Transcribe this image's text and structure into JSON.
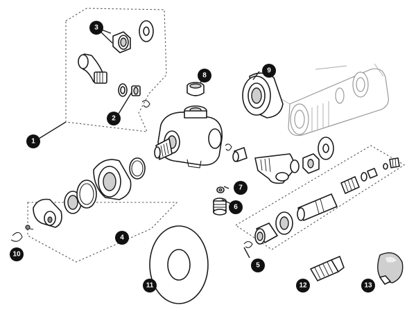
{
  "callouts": [
    {
      "id": "callout-1",
      "label": "1"
    },
    {
      "id": "callout-2",
      "label": "2"
    },
    {
      "id": "callout-3",
      "label": "3"
    },
    {
      "id": "callout-4",
      "label": "4"
    },
    {
      "id": "callout-5",
      "label": "5"
    },
    {
      "id": "callout-6",
      "label": "6"
    },
    {
      "id": "callout-7",
      "label": "7"
    },
    {
      "id": "callout-8",
      "label": "8"
    },
    {
      "id": "callout-9",
      "label": "9"
    },
    {
      "id": "callout-10",
      "label": "10"
    },
    {
      "id": "callout-11",
      "label": "11"
    },
    {
      "id": "callout-12",
      "label": "12"
    },
    {
      "id": "callout-13",
      "label": "13"
    }
  ],
  "colors": {
    "outline": "#1a1a1a",
    "badge": "#111111",
    "badge_text": "#ffffff",
    "ghost": "#9a9a9a"
  }
}
